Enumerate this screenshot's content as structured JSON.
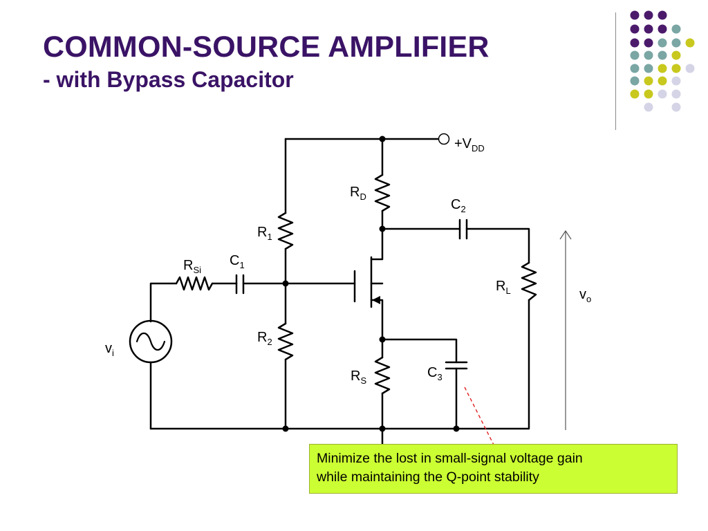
{
  "slide": {
    "title_line1": "COMMON-SOURCE AMPLIFIER",
    "title_line2": "- with Bypass Capacitor",
    "accent_color": "#3a1366"
  },
  "decor": {
    "colors": {
      "purple": "#4b1a6b",
      "teal": "#7aa6a4",
      "lime": "#c8c81e",
      "lavender": "#d4d4e6"
    }
  },
  "circuit": {
    "supply": {
      "base": "+V",
      "sub": "DD"
    },
    "rd": {
      "base": "R",
      "sub": "D"
    },
    "c2": {
      "base": "C",
      "sub": "2"
    },
    "r1": {
      "base": "R",
      "sub": "1"
    },
    "rsi": {
      "base": "R",
      "sub": "Si"
    },
    "c1": {
      "base": "C",
      "sub": "1"
    },
    "rl": {
      "base": "R",
      "sub": "L"
    },
    "vo": {
      "base": "v",
      "sub": "o"
    },
    "r2": {
      "base": "R",
      "sub": "2"
    },
    "vi": {
      "base": "v",
      "sub": "i"
    },
    "rs": {
      "base": "R",
      "sub": "S"
    },
    "c3": {
      "base": "C",
      "sub": "3"
    }
  },
  "callout": {
    "line1": "Minimize the lost in small-signal voltage gain",
    "line2": "while maintaining the Q-point stability",
    "background": "#ccff33"
  }
}
